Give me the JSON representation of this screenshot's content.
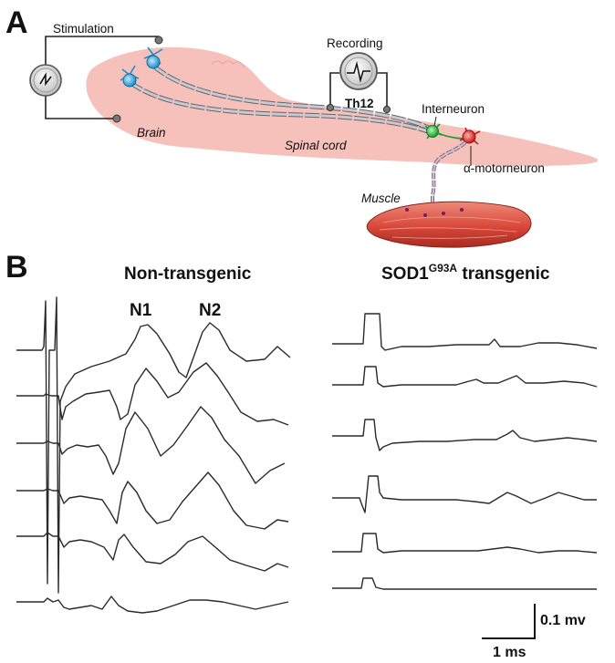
{
  "panel_a": {
    "letter": "A",
    "stimulation": "Stimulation",
    "recording": "Recording",
    "recording_site": "Th12",
    "brain": "Brain",
    "spinal_cord": "Spinal cord",
    "interneuron": "Interneuron",
    "motoneuron": "α-motorneuron",
    "muscle": "Muscle"
  },
  "panel_b": {
    "letter": "B",
    "left_title": "Non-transgenic",
    "right_title_main": "SOD1",
    "right_title_sup": "G93A",
    "right_title_rest": " transgenic",
    "peak_n1": "N1",
    "peak_n2": "N2",
    "scale_v": "0.1 mv",
    "scale_t": "1 ms"
  },
  "colors": {
    "body": "#f6c1bb",
    "muscle": "#d9503f",
    "neuron_blue": "#2a9fd8",
    "neuron_green": "#27b43a",
    "neuron_red": "#e0242a"
  }
}
